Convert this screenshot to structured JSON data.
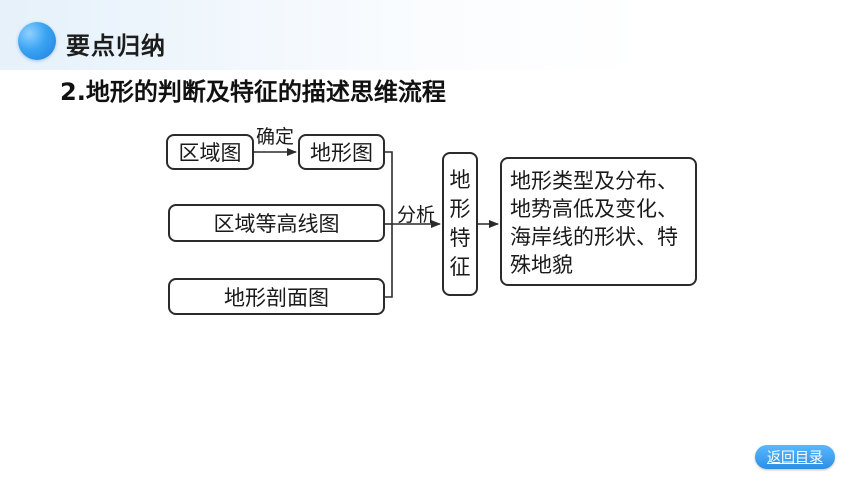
{
  "header": {
    "section_title": "要点归纳",
    "accent_color": "#2b8fe6",
    "icon": "blue-sphere-icon"
  },
  "subheading": "2.地形的判断及特征的描述思维流程",
  "flow": {
    "inputs": {
      "regional_map": "区域图",
      "terrain_map": "地形图",
      "contour_map": "区域等高线图",
      "profile_map": "地形剖面图"
    },
    "connector_labels": {
      "determine": "确定",
      "analyze": "分析"
    },
    "feature_chars": [
      "地",
      "形",
      "特",
      "征"
    ],
    "result_text": "地形类型及分布、地势高低及变化、海岸线的形状、特殊地貌"
  },
  "nav": {
    "return_label": "返回目录"
  }
}
